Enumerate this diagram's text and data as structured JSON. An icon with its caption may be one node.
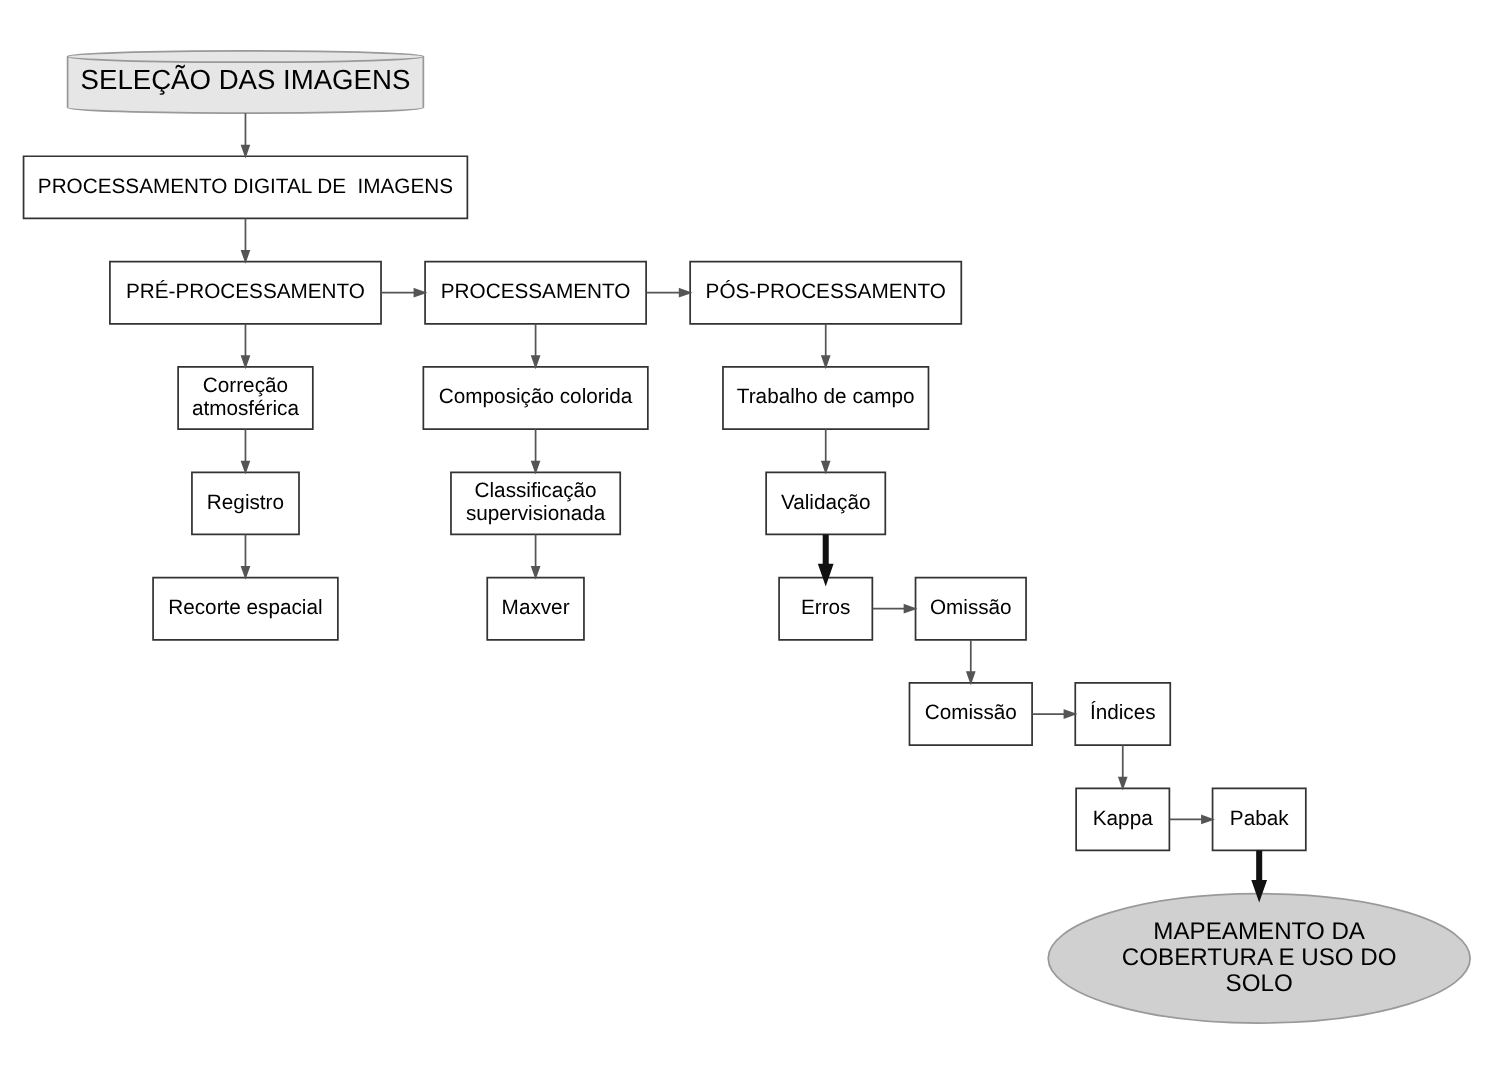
{
  "diagram": {
    "nodes": [
      {
        "text": [
          "SELEÇÃO DAS IMAGENS"
        ]
      },
      {
        "text": [
          "PROCESSAMENTO DIGITAL DE  IMAGENS"
        ]
      },
      {
        "text": [
          "PRÉ-PROCESSAMENTO"
        ]
      },
      {
        "text": [
          "PROCESSAMENTO"
        ]
      },
      {
        "text": [
          "PÓS-PROCESSAMENTO"
        ]
      },
      {
        "text": [
          "Correção atmosférica"
        ]
      },
      {
        "text": [
          "Registro"
        ]
      },
      {
        "text": [
          "Recorte espacial"
        ]
      },
      {
        "text": [
          "Composição colorida"
        ]
      },
      {
        "text": [
          "Classificação supervisionada"
        ]
      },
      {
        "text": [
          "Maxver"
        ]
      },
      {
        "text": [
          "Trabalho de campo"
        ]
      },
      {
        "text": [
          "Validação"
        ]
      },
      {
        "text": [
          "Erros"
        ]
      },
      {
        "text": [
          "Omissão"
        ]
      },
      {
        "text": [
          "Comissão"
        ]
      },
      {
        "text": [
          "Índices"
        ]
      },
      {
        "text": [
          "Kappa"
        ]
      },
      {
        "text": [
          "Pabak"
        ]
      },
      {
        "text": [
          "MAPEAMENTO DA COBERTURA E USO DO SOLO"
        ]
      }
    ],
    "edges": [
      {
        "from": 0,
        "to": 1,
        "arrow": "to"
      },
      {
        "from": 1,
        "to": 2,
        "arrow": "to"
      },
      {
        "from": 2,
        "to": 3,
        "arrow": "to"
      },
      {
        "from": 3,
        "to": 4,
        "arrow": "to"
      },
      {
        "from": 2,
        "to": 5,
        "arrow": "to"
      },
      {
        "from": 5,
        "to": 6,
        "arrow": "to"
      },
      {
        "from": 6,
        "to": 7,
        "arrow": "to"
      },
      {
        "from": 3,
        "to": 8,
        "arrow": "to"
      },
      {
        "from": 8,
        "to": 9,
        "arrow": "to"
      },
      {
        "from": 9,
        "to": 10,
        "arrow": "to"
      },
      {
        "from": 4,
        "to": 11,
        "arrow": "to"
      },
      {
        "from": 11,
        "to": 12,
        "arrow": "to"
      },
      {
        "from": 12,
        "to": 13,
        "arrow": "to",
        "style": "thick"
      },
      {
        "from": 13,
        "to": 14,
        "arrow": "to"
      },
      {
        "from": 14,
        "to": 15,
        "arrow": "to"
      },
      {
        "from": 15,
        "to": 16,
        "arrow": "to"
      },
      {
        "from": 16,
        "to": 17,
        "arrow": "to"
      },
      {
        "from": 17,
        "to": 18,
        "arrow": "to"
      },
      {
        "from": 18,
        "to": 19,
        "arrow": "to",
        "style": "thick"
      }
    ]
  }
}
